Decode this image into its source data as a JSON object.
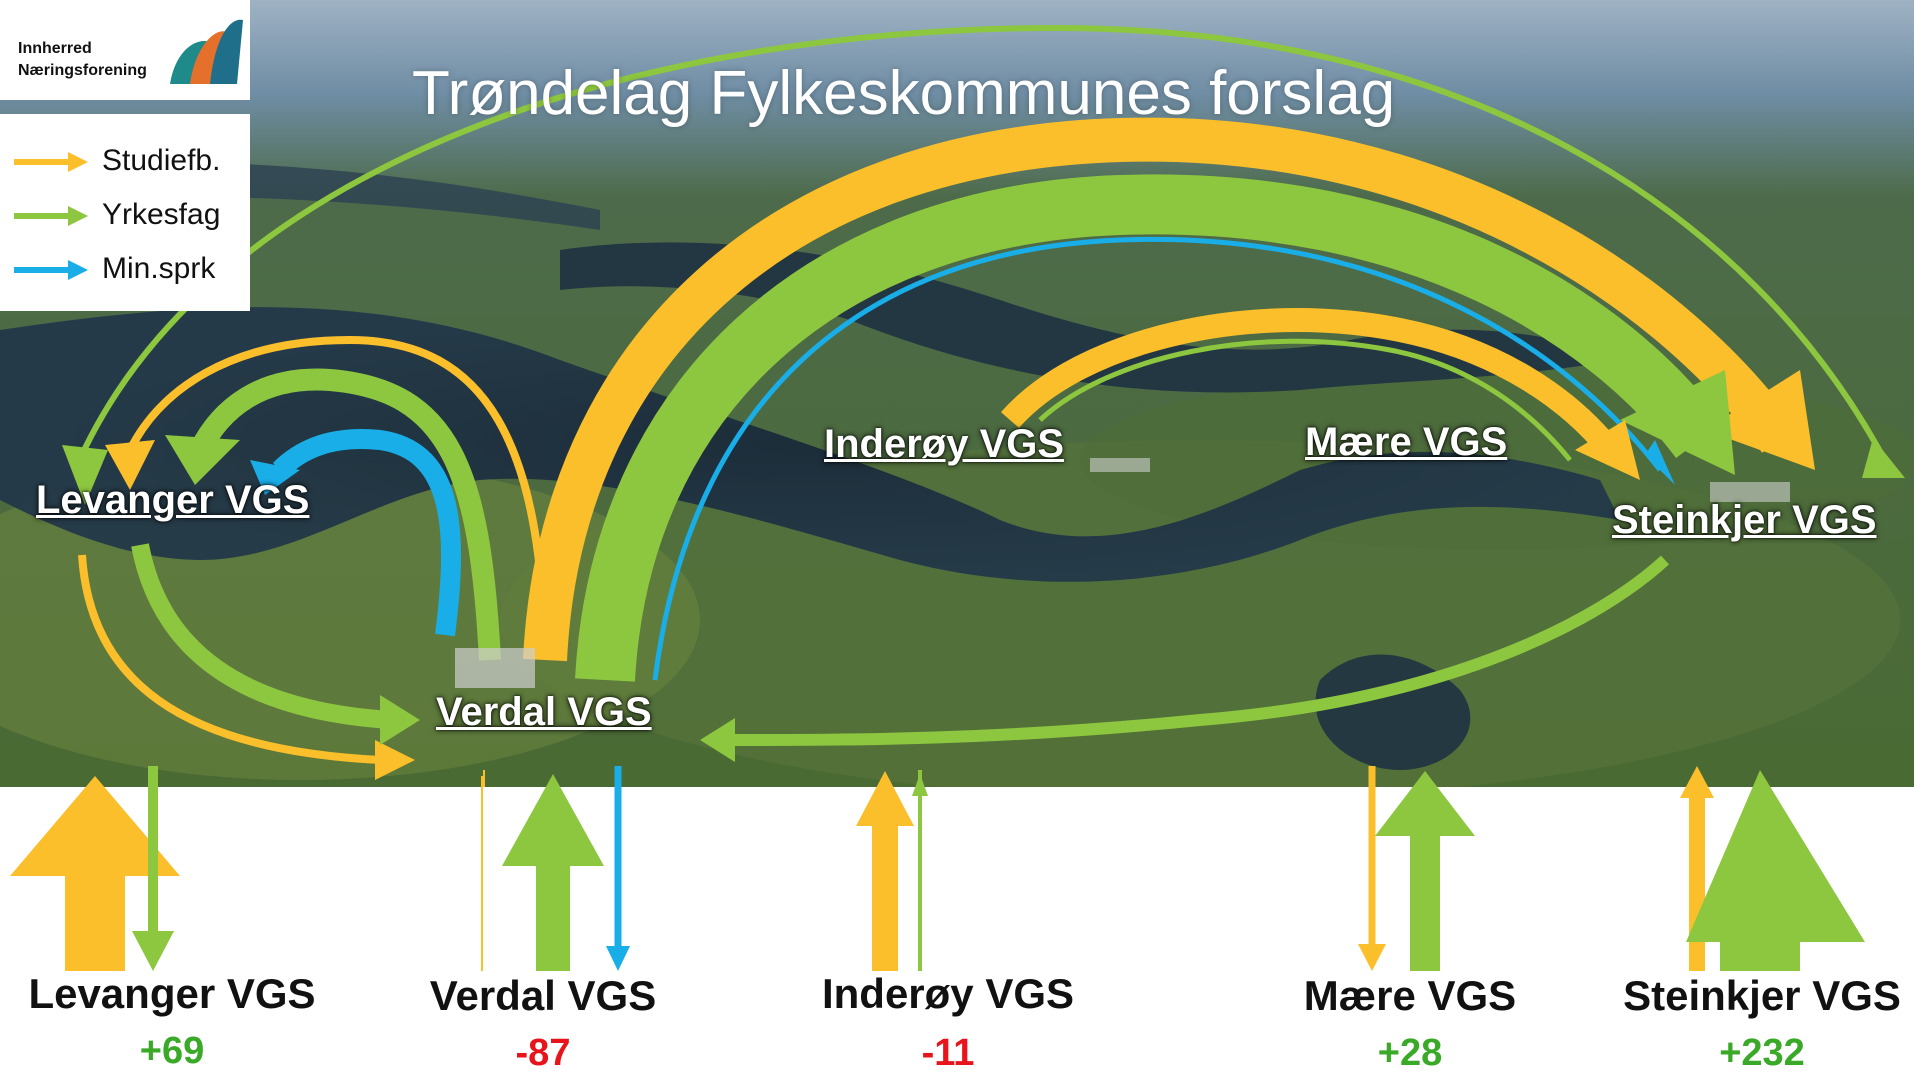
{
  "logo": {
    "line1": "Innherred",
    "line2": "Næringsforening"
  },
  "legend": [
    {
      "label": "Studiefb.",
      "color": "#fbbf2b"
    },
    {
      "label": "Yrkesfag",
      "color": "#8dc63f"
    },
    {
      "label": "Min.sprk",
      "color": "#19aee8"
    }
  ],
  "title": "Trøndelag Fylkeskommunes forslag",
  "map_labels": {
    "levanger": "Levanger VGS",
    "verdal": "Verdal VGS",
    "inderoy": "Inderøy VGS",
    "maere": "Mære VGS",
    "steinkjer": "Steinkjer VGS"
  },
  "schools": [
    {
      "name": "Levanger VGS",
      "change": "+69",
      "sign": "pos"
    },
    {
      "name": "Verdal VGS",
      "change": "-87",
      "sign": "neg"
    },
    {
      "name": "Inderøy VGS",
      "change": "-11",
      "sign": "neg"
    },
    {
      "name": "Mære VGS",
      "change": "+28",
      "sign": "pos"
    },
    {
      "name": "Steinkjer VGS",
      "change": "+232",
      "sign": "pos"
    }
  ],
  "colors": {
    "studiefb": "#fbbf2b",
    "yrkesfag": "#8dc63f",
    "minsprk": "#19aee8"
  }
}
